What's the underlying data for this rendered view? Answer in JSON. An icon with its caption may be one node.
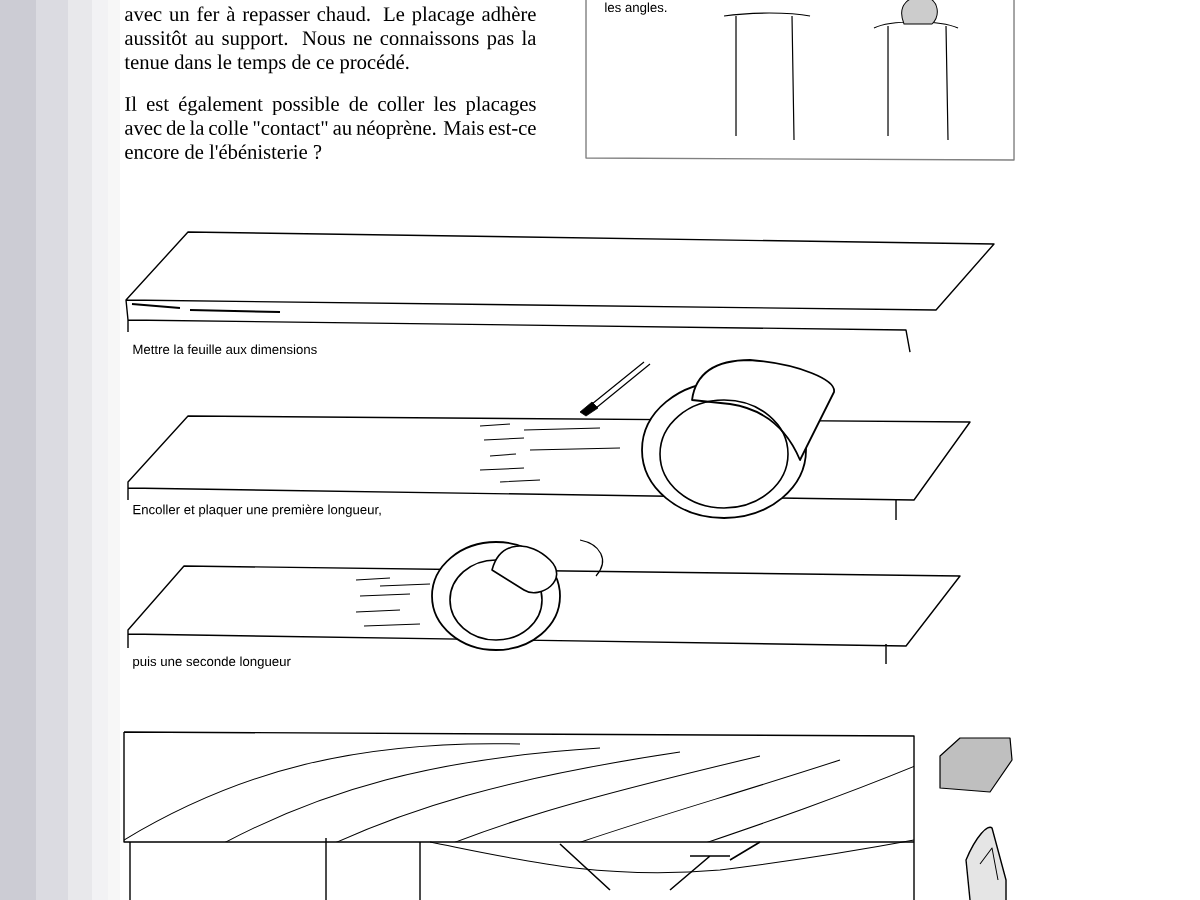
{
  "diagram": {
    "labels": [
      "avec un fer à repasser chaud. Le placage adhère aussitôt au support. Nous ne connaissons pas la tenue dans le temps de ce procédé.",
      "Il est également possible de coller les placages avec de la colle \"contact\" au néoprène. Mais est-ce encore de l'ébénisterie ?",
      "les angles.",
      "Mettre la feuille aux dimensions",
      "Encoller et plaquer une première longueur,",
      "puis une seconde longueur"
    ]
  }
}
